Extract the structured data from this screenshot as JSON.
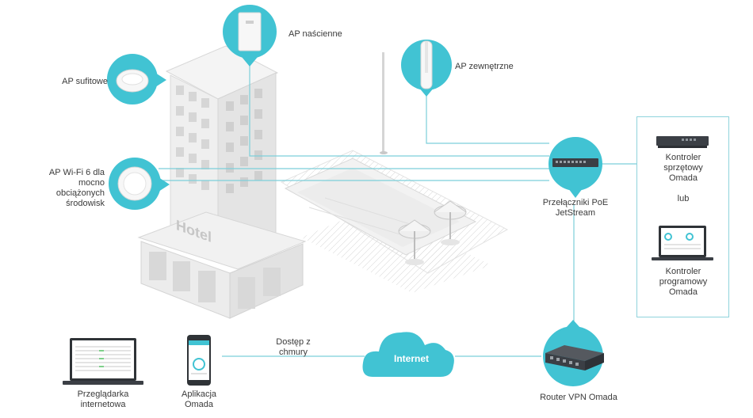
{
  "labels": {
    "ap_wall": "AP naścienne",
    "ap_ceiling": "AP sufitowe",
    "ap_outdoor": "AP zewnętrzne",
    "ap_wifi6": "AP Wi-Fi 6 dla mocno obciążonych środowisk",
    "switches": "Przełączniki PoE JetStream",
    "hw_controller": "Kontroler sprzętowy Omada",
    "or": "lub",
    "sw_controller": "Kontroler programowy Omada",
    "router": "Router VPN Omada",
    "internet": "Internet",
    "cloud_access": "Dostęp z chmury",
    "app": "Aplikacja Omada",
    "browser": "Przeglądarka internetowa",
    "hotel_sign": "Hotel"
  },
  "colors": {
    "accent": "#41c3d3",
    "line": "#7ccfd9",
    "building": "#e9eaeb",
    "device_dark": "#3b3f45"
  }
}
